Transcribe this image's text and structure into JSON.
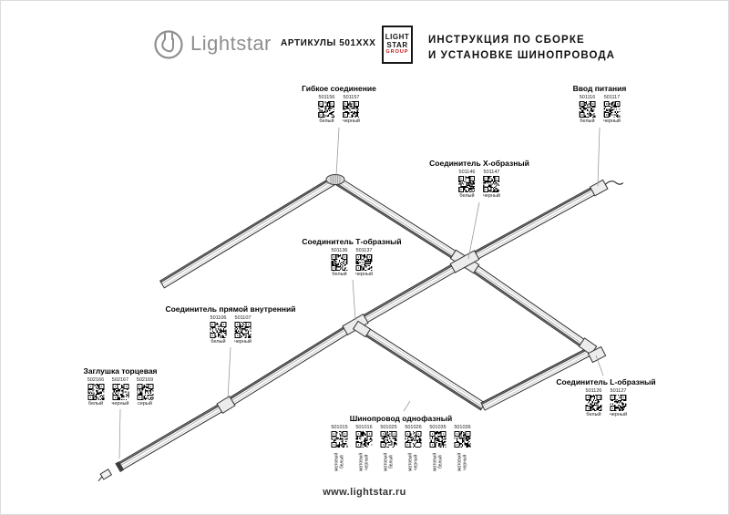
{
  "header": {
    "brand": "Lightstar",
    "articles_label": "АРТИКУЛЫ 501ХХХ",
    "logo_box": {
      "line1": "LIGHT",
      "line2": "STAR",
      "line3": "GROUP"
    },
    "title_line1": "ИНСТРУКЦИЯ ПО СБОРКЕ",
    "title_line2": "И УСТАНОВКЕ ШИНОПРОВОДА"
  },
  "footer": {
    "url": "www.lightstar.ru"
  },
  "colors": {
    "brand_gray": "#8e8e8e",
    "accent_red": "#c01818",
    "track_ink": "#2d2d2d"
  },
  "parts": {
    "flexible": {
      "name": "Гибкое соединение",
      "variants": [
        {
          "code": "501156",
          "color": "белый"
        },
        {
          "code": "501157",
          "color": "черный"
        }
      ]
    },
    "power": {
      "name": "Ввод питания",
      "variants": [
        {
          "code": "501116",
          "color": "белый"
        },
        {
          "code": "501117",
          "color": "черный"
        }
      ]
    },
    "xconn": {
      "name": "Соединитель Х-образный",
      "variants": [
        {
          "code": "501146",
          "color": "белый"
        },
        {
          "code": "501147",
          "color": "черный"
        }
      ]
    },
    "tconn": {
      "name": "Соединитель Т-образный",
      "variants": [
        {
          "code": "501136",
          "color": "белый"
        },
        {
          "code": "501137",
          "color": "черный"
        }
      ]
    },
    "straight": {
      "name": "Соединитель прямой внутренний",
      "variants": [
        {
          "code": "501106",
          "color": "белый"
        },
        {
          "code": "501107",
          "color": "черный"
        }
      ]
    },
    "endcap": {
      "name": "Заглушка торцевая",
      "variants": [
        {
          "code": "502166",
          "color": "белый"
        },
        {
          "code": "502167",
          "color": "черный"
        },
        {
          "code": "502169",
          "color": "серый"
        }
      ]
    },
    "lconn": {
      "name": "Соединитель L-образный",
      "variants": [
        {
          "code": "501126",
          "color": "белый"
        },
        {
          "code": "501127",
          "color": "черный"
        }
      ]
    },
    "track": {
      "name": "Шинопровод однофазный",
      "variants": [
        {
          "code": "501015",
          "color": "матовый белый"
        },
        {
          "code": "501016",
          "color": "матовый черный"
        },
        {
          "code": "501025",
          "color": "матовый белый"
        },
        {
          "code": "501026",
          "color": "матовый черный"
        },
        {
          "code": "501035",
          "color": "матовый белый"
        },
        {
          "code": "501036",
          "color": "матовый черный"
        }
      ]
    }
  }
}
